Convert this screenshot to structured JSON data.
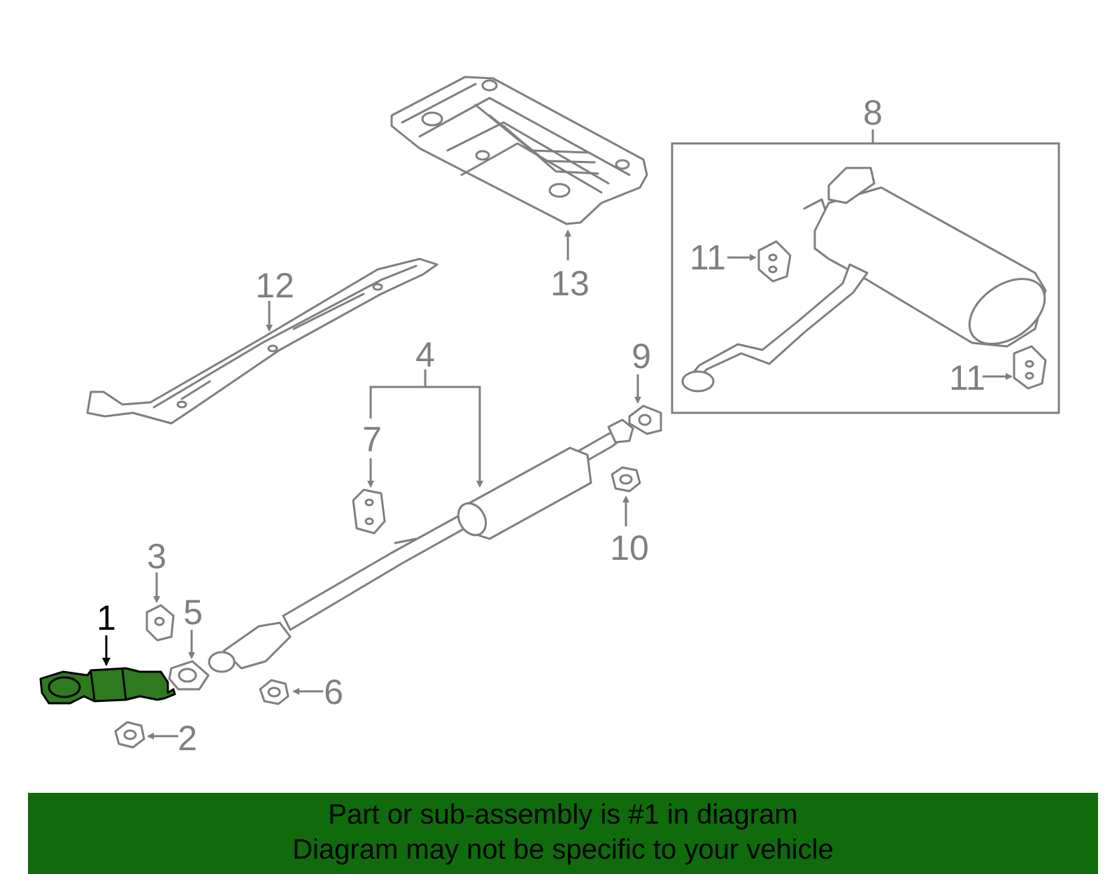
{
  "callouts": [
    {
      "id": "1",
      "label": "1",
      "highlight": true
    },
    {
      "id": "2",
      "label": "2"
    },
    {
      "id": "3",
      "label": "3"
    },
    {
      "id": "4",
      "label": "4"
    },
    {
      "id": "5",
      "label": "5"
    },
    {
      "id": "6",
      "label": "6"
    },
    {
      "id": "7",
      "label": "7"
    },
    {
      "id": "8",
      "label": "8"
    },
    {
      "id": "9",
      "label": "9"
    },
    {
      "id": "10",
      "label": "10"
    },
    {
      "id": "11a",
      "label": "11"
    },
    {
      "id": "11b",
      "label": "11"
    },
    {
      "id": "12",
      "label": "12"
    },
    {
      "id": "13",
      "label": "13"
    }
  ],
  "banner": {
    "line1": "Part or sub-assembly is #1 in diagram",
    "line2": "Diagram may not be specific to your vehicle"
  },
  "colors": {
    "line_gray": "#7f7f7f",
    "highlight_green": "#0f6b0c",
    "highlight_part": "#2f7a1f",
    "highlight_text": "#000000"
  }
}
